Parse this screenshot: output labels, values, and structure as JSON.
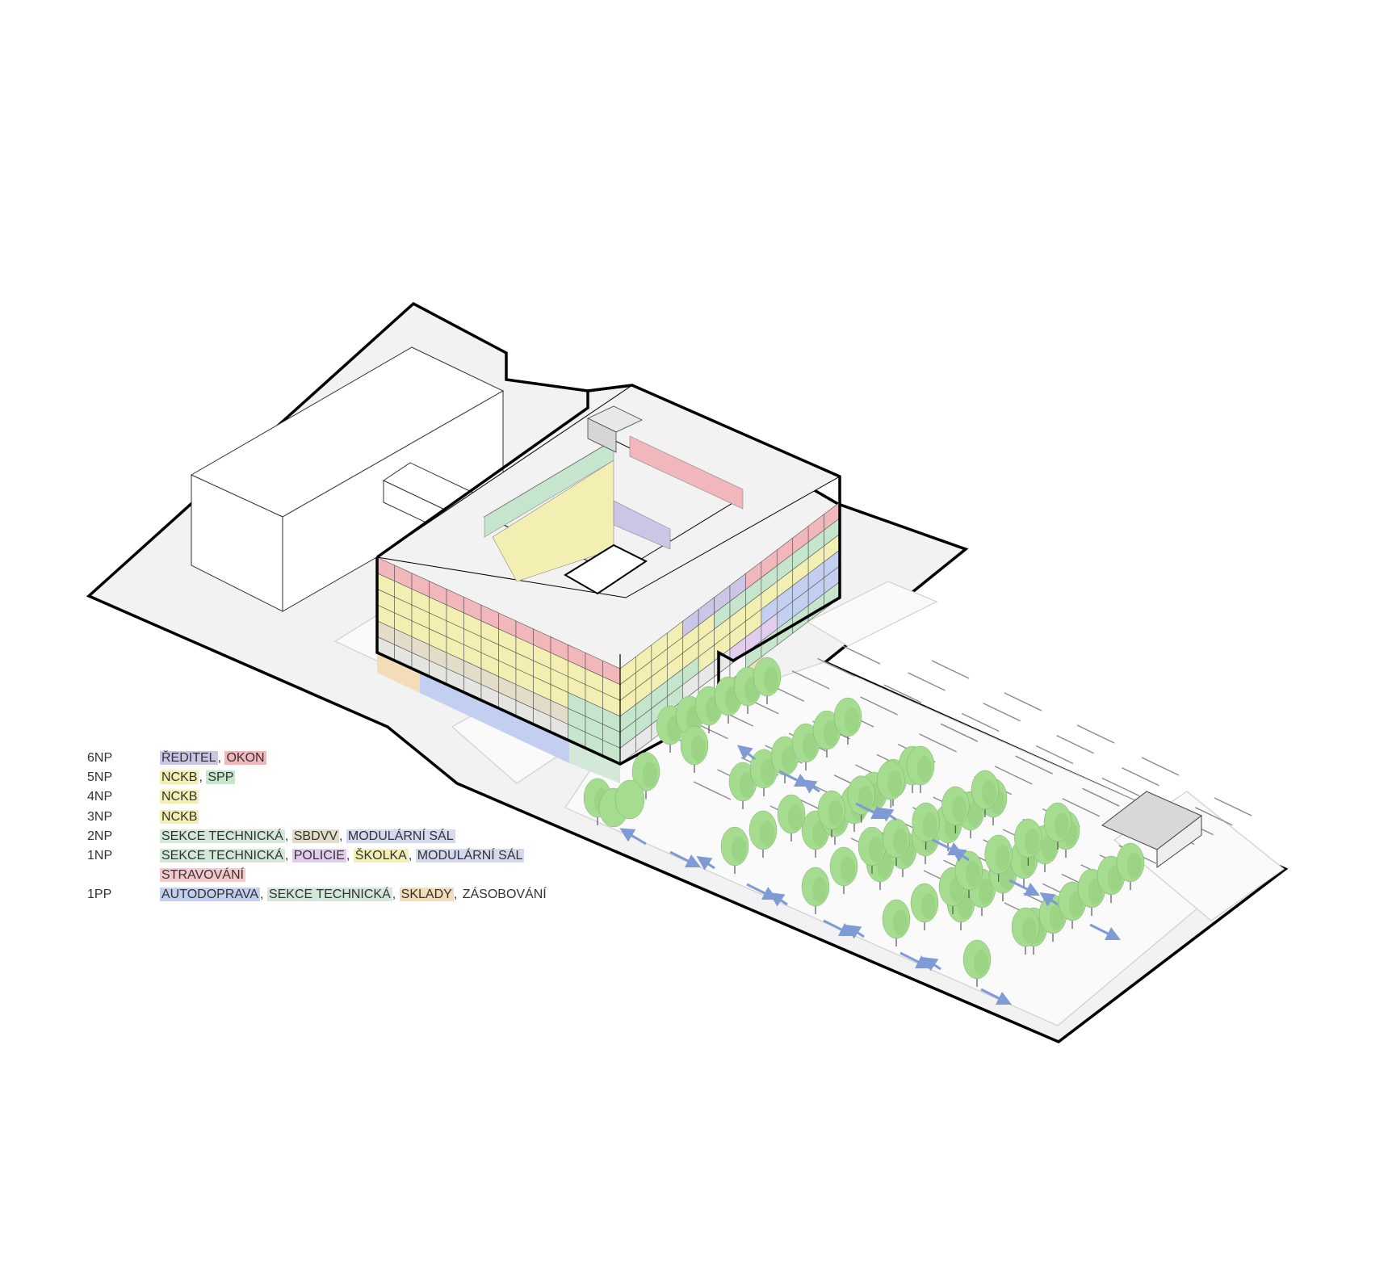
{
  "colors": {
    "outline": "#000000",
    "ground": "#f1f2f1",
    "road": "#fafafa",
    "white_building": "#ffffff",
    "grey_block": "#d6d6d6",
    "pink": "#f2b7bb",
    "yellow": "#f3efb2",
    "green": "#c5e6cd",
    "purple": "#cbc5e6",
    "lavender": "#e2cdec",
    "blue": "#c3cff0",
    "beige": "#f3ddb8",
    "taupe": "#e3dcc8",
    "grey_band": "#e4e4e0",
    "tree": "#a5dc8f",
    "tree_shade": "#8fcc79",
    "arrow": "#7f9bd6"
  },
  "legend": {
    "rows": [
      {
        "floor": "6NP",
        "items": [
          {
            "text": "ŘEDITEL",
            "color": "#cbc5e6"
          },
          {
            "text": "OKON",
            "color": "#f2b7bb"
          }
        ]
      },
      {
        "floor": "5NP",
        "items": [
          {
            "text": "NCKB",
            "color": "#f3efb2"
          },
          {
            "text": "SPP",
            "color": "#c5e6cd"
          }
        ]
      },
      {
        "floor": "4NP",
        "items": [
          {
            "text": "NCKB",
            "color": "#f3efb2"
          }
        ]
      },
      {
        "floor": "3NP",
        "items": [
          {
            "text": "NCKB",
            "color": "#f3efb2"
          }
        ]
      },
      {
        "floor": "2NP",
        "items": [
          {
            "text": "SEKCE TECHNICKÁ",
            "color": "#d4e8da"
          },
          {
            "text": "SBDVV",
            "color": "#e3dcc8"
          },
          {
            "text": "MODULÁRNÍ SÁL",
            "color": "#d3d9ee"
          }
        ]
      },
      {
        "floor": "1NP",
        "items": [
          {
            "text": "SEKCE TECHNICKÁ",
            "color": "#d4e8da"
          },
          {
            "text": "POLICIE",
            "color": "#e2cdec"
          },
          {
            "text": "ŠKOLKA",
            "color": "#f3efb2"
          },
          {
            "text": "MODULÁRNÍ SÁL",
            "color": "#d3d9ee"
          }
        ]
      },
      {
        "floor": "",
        "items": [
          {
            "text": "STRAVOVÁNÍ",
            "color": "#f4c9cc"
          }
        ]
      },
      {
        "floor": "1PP",
        "items": [
          {
            "text": "AUTODOPRAVA",
            "color": "#c3cff0"
          },
          {
            "text": "SEKCE TECHNICKÁ",
            "color": "#d4e8da"
          },
          {
            "text": "SKLADY",
            "color": "#f3ddb8"
          },
          {
            "text": "ZÁSOBOVÁNÍ",
            "color": ""
          }
        ]
      }
    ]
  }
}
